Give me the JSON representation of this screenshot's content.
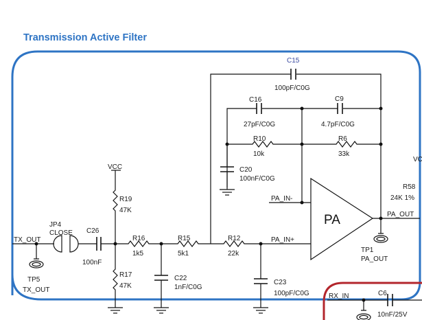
{
  "title": "Transmission Active Filter",
  "colors": {
    "title": "#2e74c4",
    "tx_block_border": "#2e74c4",
    "rx_block_border": "#b3262c",
    "wire": "#111111",
    "c15_label": "#3a4aa0"
  },
  "nets": {
    "tx_out": "TX_OUT",
    "vcc": "VCC",
    "pa_in_minus": "PA_IN-",
    "pa_in_plus": "PA_IN+",
    "pa_out": "PA_OUT",
    "rx_in": "RX_IN",
    "vcc_partial": "VC"
  },
  "amplifier": {
    "label": "PA"
  },
  "components": {
    "C15": {
      "ref": "C15",
      "value": "100pF/C0G"
    },
    "C16": {
      "ref": "C16",
      "value": "27pF/C0G"
    },
    "C9": {
      "ref": "C9",
      "value": "4.7pF/C0G"
    },
    "R10": {
      "ref": "R10",
      "value": "10k"
    },
    "R6": {
      "ref": "R6",
      "value": "33k"
    },
    "C20": {
      "ref": "C20",
      "value": "100nF/C0G"
    },
    "R19": {
      "ref": "R19",
      "value": "47K"
    },
    "R17": {
      "ref": "R17",
      "value": "47K"
    },
    "JP4": {
      "ref": "JP4",
      "value": "CLOSE"
    },
    "C26": {
      "ref": "C26",
      "value": "100nF"
    },
    "R16": {
      "ref": "R16",
      "value": "1k5"
    },
    "R15": {
      "ref": "R15",
      "value": "5k1"
    },
    "R12": {
      "ref": "R12",
      "value": "22k"
    },
    "C22": {
      "ref": "C22",
      "value": "1nF/C0G"
    },
    "C23": {
      "ref": "C23",
      "value": "100pF/C0G"
    },
    "TP5": {
      "ref": "TP5",
      "value": "TX_OUT"
    },
    "TP1": {
      "ref": "TP1",
      "value": "PA_OUT"
    },
    "R58": {
      "ref": "R58",
      "value": "24K 1%"
    },
    "C6": {
      "ref": "C6",
      "value": "10nF/25V"
    }
  }
}
